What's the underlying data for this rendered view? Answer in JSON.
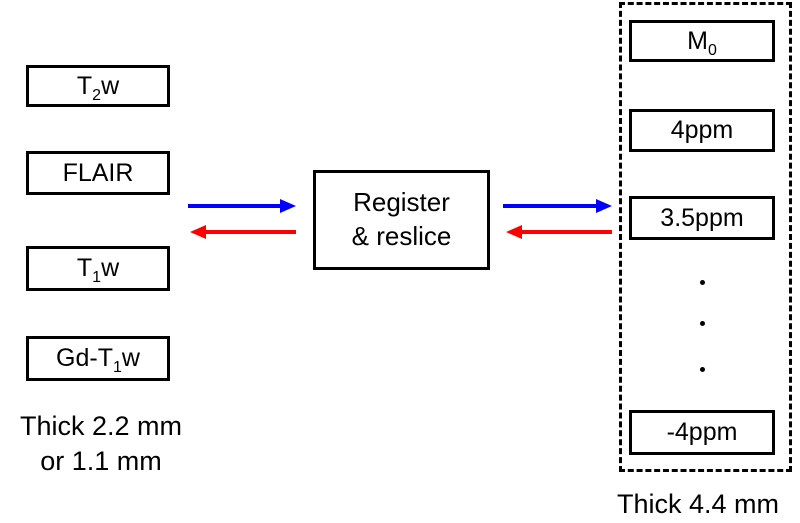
{
  "left_group": {
    "items": [
      {
        "main": "T",
        "sub": "2",
        "tail": "w"
      },
      {
        "main": "FLAIR",
        "sub": "",
        "tail": ""
      },
      {
        "main": "T",
        "sub": "1",
        "tail": "w"
      },
      {
        "main": "Gd-T",
        "sub": "1",
        "tail": "w"
      }
    ],
    "caption_line1": "Thick 2.2 mm",
    "caption_line2": "or 1.1 mm"
  },
  "center": {
    "line1": "Register",
    "line2": "& reslice"
  },
  "right_group": {
    "items": [
      {
        "main": "M",
        "sub": "0",
        "tail": ""
      },
      {
        "main": "4ppm",
        "sub": "",
        "tail": ""
      },
      {
        "main": "3.5ppm",
        "sub": "",
        "tail": ""
      },
      {
        "main": "-4ppm",
        "sub": "",
        "tail": ""
      }
    ],
    "ellipsis": ".",
    "caption": "Thick 4.4 mm"
  },
  "colors": {
    "forward_arrow": "#0000ff",
    "backward_arrow": "#ff0000",
    "box_border": "#000000"
  }
}
